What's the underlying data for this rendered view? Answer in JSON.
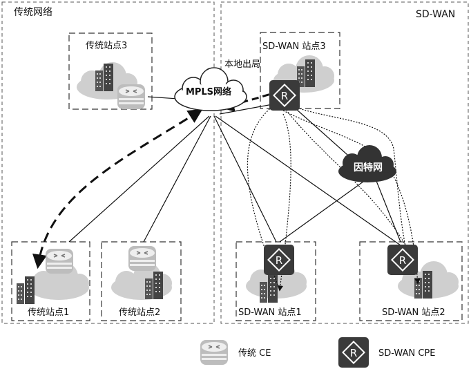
{
  "regions": {
    "traditional": "传统网络",
    "sdwan": "SD-WAN"
  },
  "sites": {
    "trad3": "传统站点3",
    "trad1": "传统站点1",
    "trad2": "传统站点2",
    "sd3": "SD-WAN 站点3",
    "sd1": "SD-WAN 站点1",
    "sd2": "SD-WAN 站点2"
  },
  "clouds": {
    "mpls": "MPLS网络",
    "internet": "因特网"
  },
  "annotations": {
    "local_breakout": "本地出局"
  },
  "legend": {
    "ce": "传统 CE",
    "cpe": "SD-WAN CPE"
  },
  "colors": {
    "cloud_gray": "#c9c9c9",
    "dark_device": "#3a3a3a",
    "building": "#555555",
    "internet_cloud": "#333333"
  }
}
